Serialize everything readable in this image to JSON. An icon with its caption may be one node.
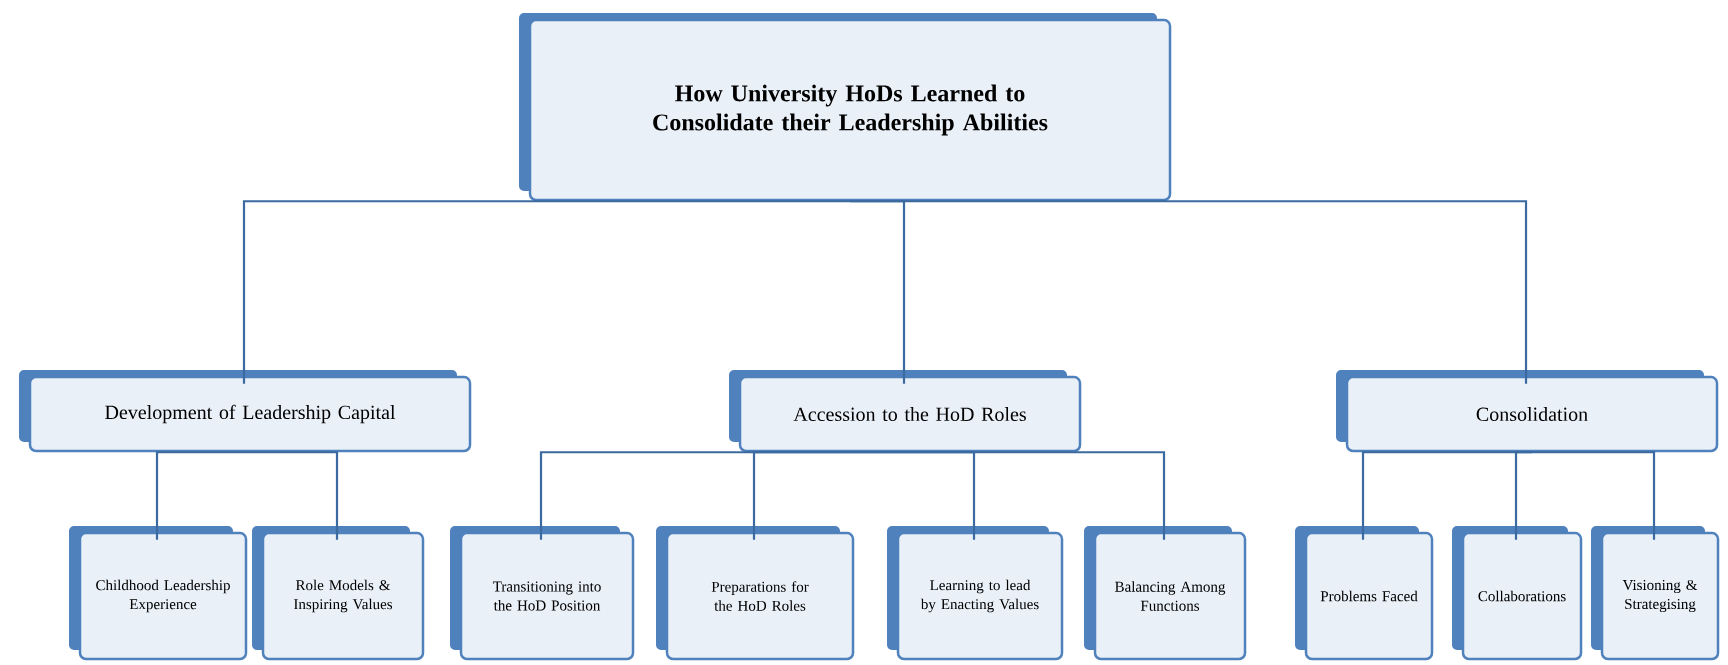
{
  "diagram": {
    "nodes": [
      {
        "text": [
          "How University HoDs Learned to Consolidate their Leadership Abilities"
        ]
      },
      {
        "text": [
          "Development of Leadership Capital"
        ]
      },
      {
        "text": [
          "Accession to the HoD Roles"
        ]
      },
      {
        "text": [
          "Consolidation"
        ]
      },
      {
        "text": [
          "Childhood Leadership Experience"
        ]
      },
      {
        "text": [
          "Role Models & Inspiring Values"
        ]
      },
      {
        "text": [
          "Transitioning into the HoD Position"
        ]
      },
      {
        "text": [
          "Preparations for the HoD Roles"
        ]
      },
      {
        "text": [
          "Learning to lead by Enacting Values"
        ]
      },
      {
        "text": [
          "Balancing Among Functions"
        ]
      },
      {
        "text": [
          "Problems Faced"
        ]
      },
      {
        "text": [
          "Collaborations"
        ]
      },
      {
        "text": [
          "Visioning & Strategising"
        ]
      }
    ],
    "edges": [
      {
        "from": 0,
        "to": 1,
        "arrow": "none"
      },
      {
        "from": 0,
        "to": 2,
        "arrow": "none"
      },
      {
        "from": 0,
        "to": 3,
        "arrow": "none"
      },
      {
        "from": 1,
        "to": 4,
        "arrow": "none"
      },
      {
        "from": 1,
        "to": 5,
        "arrow": "none"
      },
      {
        "from": 2,
        "to": 6,
        "arrow": "none"
      },
      {
        "from": 2,
        "to": 7,
        "arrow": "none"
      },
      {
        "from": 2,
        "to": 8,
        "arrow": "none"
      },
      {
        "from": 2,
        "to": 9,
        "arrow": "none"
      },
      {
        "from": 3,
        "to": 10,
        "arrow": "none"
      },
      {
        "from": 3,
        "to": 11,
        "arrow": "none"
      },
      {
        "from": 3,
        "to": 12,
        "arrow": "none"
      }
    ]
  }
}
